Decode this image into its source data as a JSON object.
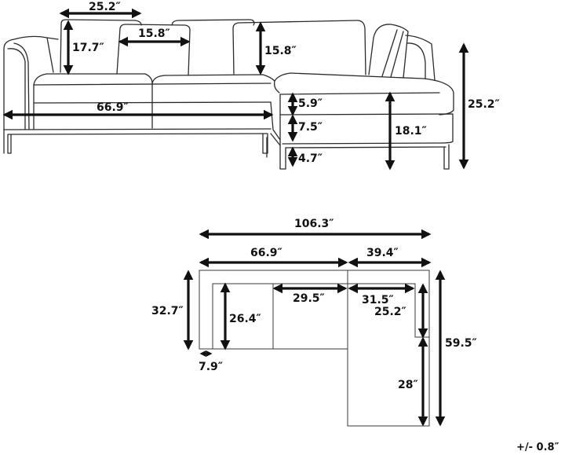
{
  "diagram": {
    "subject": "L-shaped sectional sofa dimensions",
    "front_view": {
      "labels": {
        "back_cushion_width": "25.2″",
        "back_cushion_height": "17.7″",
        "small_cushion_width": "15.8″",
        "small_cushion_height": "15.8″",
        "sofa_width": "66.9″",
        "seat_cushion_thickness": "5.9″",
        "base_thickness": "7.5″",
        "seat_height": "18.1″",
        "leg_height": "4.7″",
        "total_height": "25.2″"
      }
    },
    "top_view": {
      "labels": {
        "total_width": "106.3″",
        "sofa_section_width": "66.9″",
        "chaise_section_width": "39.4″",
        "depth": "32.7″",
        "seat_depth": "26.4″",
        "seat_width_sofa": "29.5″",
        "seat_width_chaise": "31.5″",
        "chaise_arm_length": "25.2″",
        "arm_width": "7.9″",
        "chaise_seat_length": "28″",
        "chaise_total_length": "59.5″"
      }
    },
    "tolerance": "+/- 0.8″"
  },
  "colors": {
    "line": "#2a2a2a",
    "arrow": "#111111",
    "background": "#ffffff"
  }
}
